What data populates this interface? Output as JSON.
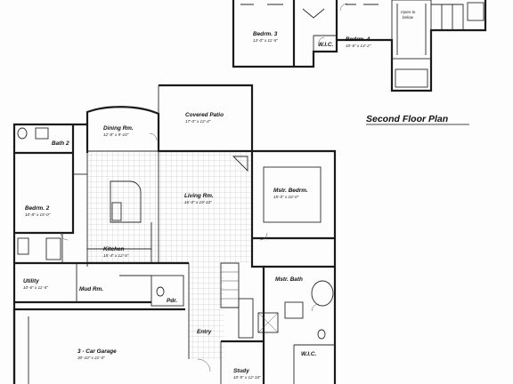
{
  "plan": {
    "second_floor_title": "Second Floor Plan",
    "rooms_second": {
      "bedrm3": {
        "name": "Bedrm. 3",
        "dim": "13'-0\" x 11'-5\""
      },
      "bedrm4": {
        "name": "Bedrm. 4",
        "dim": "10'-6\" x 14'-2\""
      },
      "wic_upper": {
        "name": "W.I.C."
      },
      "open_below": {
        "line1": "Open to",
        "line2": "below"
      }
    },
    "rooms_first": {
      "covered_patio": {
        "name": "Covered Patio",
        "dim": "17'-0\" x 12'-4\""
      },
      "dining": {
        "name": "Dining Rm.",
        "dim": "12'-8\" x 9'-10\""
      },
      "bath2": {
        "name": "Bath 2"
      },
      "bedrm2": {
        "name": "Bedrm. 2",
        "dim": "10'-8\" x 15'-0\""
      },
      "living": {
        "name": "Living Rm.",
        "dim": "16'-0\" x 19'-10\""
      },
      "mstr_bedrm": {
        "name": "Mstr. Bedrm.",
        "dim": "15'-0\" x 16'-0\""
      },
      "kitchen": {
        "name": "Kitchen",
        "dim": "15'-4\" x 12'-5\""
      },
      "utility": {
        "name": "Utility",
        "dim": "10'-6\" x 11'-4\""
      },
      "mud_rm": {
        "name": "Mud Rm."
      },
      "pdr": {
        "name": "Pdr."
      },
      "mstr_bath": {
        "name": "Mstr. Bath"
      },
      "entry": {
        "name": "Entry"
      },
      "garage": {
        "name": "3 - Car Garage",
        "dim": "30'-10\" x 21'-0\""
      },
      "study": {
        "name": "Study",
        "dim": "10'-5\" x 12'-10\""
      },
      "wic_lower": {
        "name": "W.I.C."
      }
    }
  }
}
